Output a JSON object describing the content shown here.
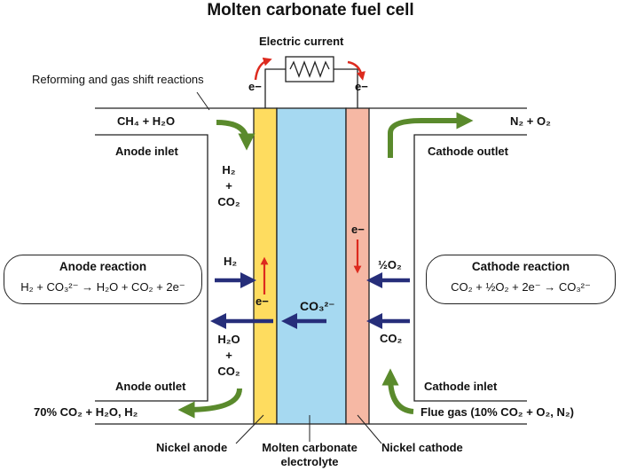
{
  "title": "Molten carbonate fuel cell",
  "electric_current": "Electric current",
  "electron": "e−",
  "reforming": "Reforming and gas shift reactions",
  "ch4_h2o": "CH₄ + H₂O",
  "n2_o2": "N₂ + O₂",
  "anode_inlet": "Anode inlet",
  "cathode_outlet": "Cathode outlet",
  "anode_outlet": "Anode outlet",
  "cathode_inlet": "Cathode inlet",
  "h2_plus_co2": [
    "H₂",
    "+",
    "CO₂"
  ],
  "h2o_plus_co2": [
    "H₂O",
    "+",
    "CO₂"
  ],
  "h2": "H₂",
  "half_o2": "½O₂",
  "co2": "CO₂",
  "carbonate_ion": "CO₃²⁻",
  "anode_reaction": {
    "heading": "Anode reaction",
    "formula": "H₂ + CO₃²⁻ → H₂O + CO₂ + 2e⁻"
  },
  "cathode_reaction": {
    "heading": "Cathode reaction",
    "formula": "CO₂ + ½O₂ + 2e⁻ → CO₃²⁻"
  },
  "anode_exhaust": "70% CO₂ + H₂O, H₂",
  "flue_gas": "Flue gas (10% CO₂ + O₂, N₂)",
  "labels": {
    "nickel_anode": "Nickel anode",
    "electrolyte": [
      "Molten carbonate",
      "electrolyte"
    ],
    "nickel_cathode": "Nickel cathode"
  },
  "colors": {
    "anode": "#FEDC5F",
    "electrolyte": "#A6D9F1",
    "cathode": "#F6B8A4",
    "gas_arrow": "#5A8A2C",
    "ion_arrow": "#262E7A",
    "electron_arrow": "#DD2A1E"
  }
}
